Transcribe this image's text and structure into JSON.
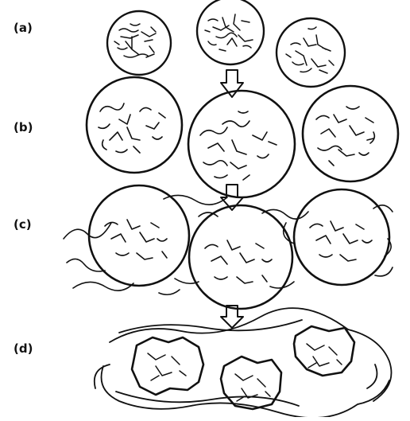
{
  "stages": [
    {
      "id": "a",
      "label": "(a)"
    },
    {
      "id": "b",
      "label": "(b)"
    },
    {
      "id": "c",
      "label": "(c)"
    },
    {
      "id": "d",
      "label": "(d)"
    }
  ],
  "colors": {
    "ink": "#111111",
    "background": "#ffffff"
  }
}
